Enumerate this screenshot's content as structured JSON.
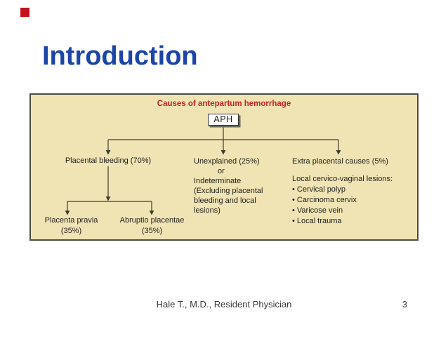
{
  "slide": {
    "title": "Introduction",
    "title_color": "#1c45a8",
    "accent_square_color": "#c5121a",
    "footer": {
      "author": "Hale T., M.D., Resident Physician",
      "page_number": "3"
    }
  },
  "diagram": {
    "title": "Causes of antepartum hemorrhage",
    "title_color": "#cc2127",
    "background_color": "#f0e3b4",
    "root": "APH",
    "branches": {
      "placental": {
        "label": "Placental bleeding (70%)",
        "children": [
          {
            "line1": "Placenta pravia",
            "line2": "(35%)"
          },
          {
            "line1": "Abruptio placentae",
            "line2": "(35%)"
          }
        ]
      },
      "unexplained": {
        "lines": [
          "Unexplained (25%)",
          "or",
          "Indeterminate",
          "(Excluding placental",
          "bleeding and local",
          "lesions)"
        ]
      },
      "extra_placental": {
        "heading": "Extra placental causes (5%)",
        "subheading": "Local cervico-vaginal lesions:",
        "bullets": [
          "• Cervical polyp",
          "• Carcinoma cervix",
          "• Varicose vein",
          "• Local trauma"
        ]
      }
    }
  }
}
